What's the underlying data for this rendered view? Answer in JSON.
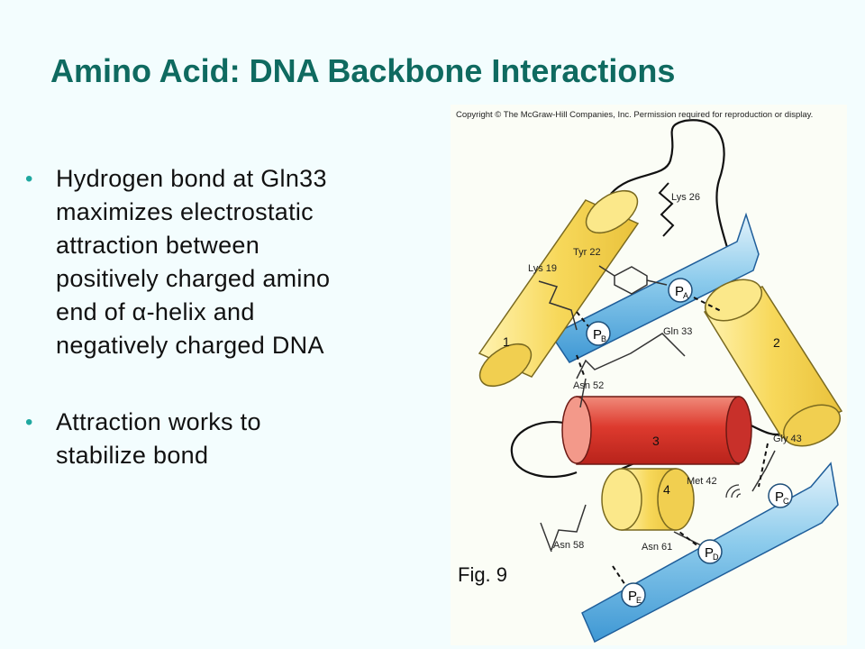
{
  "title": "Amino Acid: DNA Backbone Interactions",
  "bullets": [
    {
      "lines": [
        "Hydrogen bond at Gln33",
        "maximizes electrostatic",
        "attraction between",
        "positively charged amino",
        "end of α-helix and",
        "negatively charged DNA"
      ]
    },
    {
      "lines": [
        "Attraction works to",
        "stabilize bond"
      ]
    }
  ],
  "figure": {
    "copyright": "Copyright © The McGraw-Hill Companies, Inc. Permission required for reproduction or display.",
    "label": "Fig. 9",
    "helices": [
      "1",
      "2",
      "3",
      "4"
    ],
    "residues": [
      "Lys 26",
      "Tyr 22",
      "Lys 19",
      "Gln 33",
      "Asn 52",
      "Gly 43",
      "Met 42",
      "Asn 58",
      "Asn 61"
    ],
    "phosphates": [
      {
        "letter": "P",
        "sub": "A"
      },
      {
        "letter": "P",
        "sub": "B"
      },
      {
        "letter": "P",
        "sub": "C"
      },
      {
        "letter": "P",
        "sub": "D"
      },
      {
        "letter": "P",
        "sub": "E"
      }
    ]
  },
  "colors": {
    "title": "#0f6a60",
    "bullet": "#1fa8a0",
    "helix_yellow": "#f7d85a",
    "helix_red": "#dd3a2e",
    "dna_blue": "#5aaee0"
  }
}
